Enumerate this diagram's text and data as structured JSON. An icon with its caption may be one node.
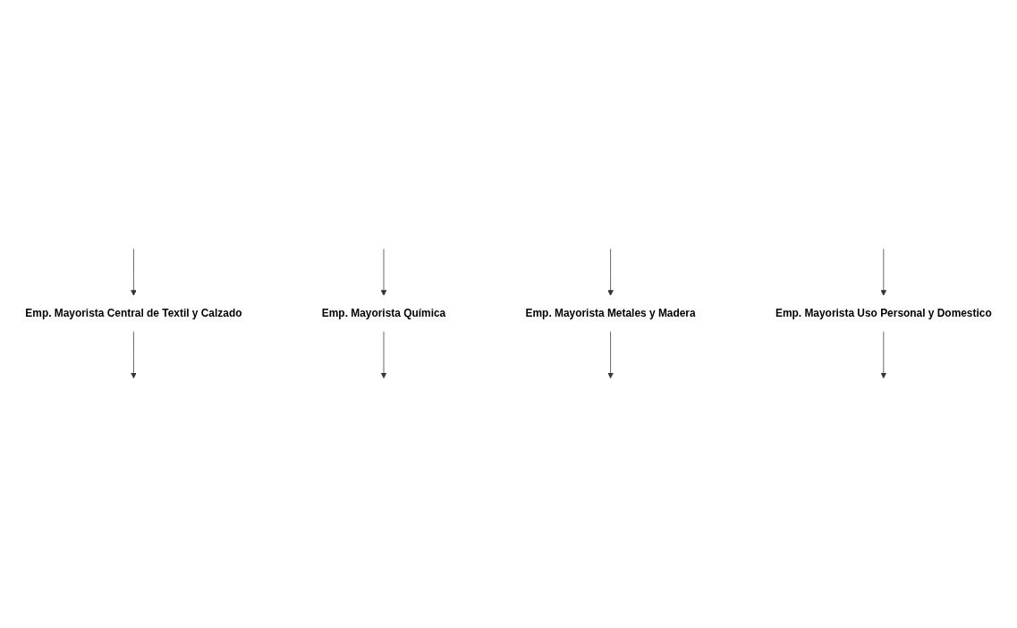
{
  "diagram": {
    "nodes": [
      {
        "text": [
          "Emp. Mayorista Central de Textil y Calzado"
        ]
      },
      {
        "text": [
          "Emp. Mayorista Química"
        ]
      },
      {
        "text": [
          "Emp. Mayorista Metales y Madera"
        ]
      },
      {
        "text": [
          "Emp. Mayorista Uso Personal y Domestico"
        ]
      }
    ],
    "edges": [
      {
        "from": null,
        "to": 0,
        "arrow": "to"
      },
      {
        "from": null,
        "to": 1,
        "arrow": "to"
      },
      {
        "from": null,
        "to": 2,
        "arrow": "to"
      },
      {
        "from": null,
        "to": 3,
        "arrow": "to"
      },
      {
        "from": 0,
        "to": null,
        "arrow": "to"
      },
      {
        "from": 1,
        "to": null,
        "arrow": "to"
      },
      {
        "from": 2,
        "to": null,
        "arrow": "to"
      },
      {
        "from": 3,
        "to": null,
        "arrow": "to"
      }
    ]
  }
}
